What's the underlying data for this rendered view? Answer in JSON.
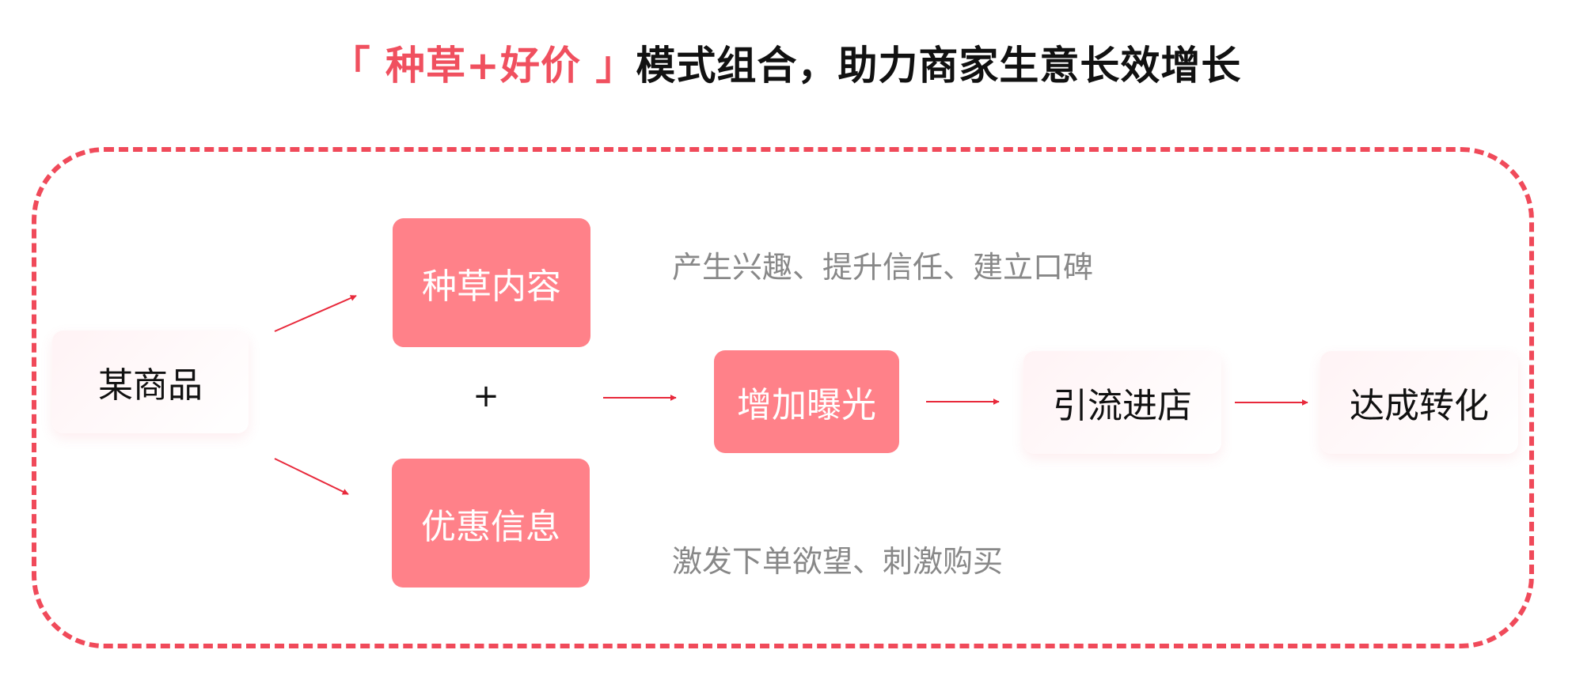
{
  "title": {
    "highlight": "「 种草+好价 」",
    "rest": "模式组合，助力商家生意长效增长"
  },
  "nodes": {
    "product": "某商品",
    "seeding_content": "种草内容",
    "plus": "+",
    "discount_info": "优惠信息",
    "exposure": "增加曝光",
    "traffic": "引流进店",
    "conversion": "达成转化"
  },
  "notes": {
    "seeding": "产生兴趣、提升信任、建立口碑",
    "discount": "激发下单欲望、刺激购买"
  },
  "colors": {
    "accent": "#f04a5a",
    "solid_box": "#ff8189",
    "soft_box": "#fff3f5",
    "note_text": "#888888",
    "arrow": "#e8293b"
  }
}
